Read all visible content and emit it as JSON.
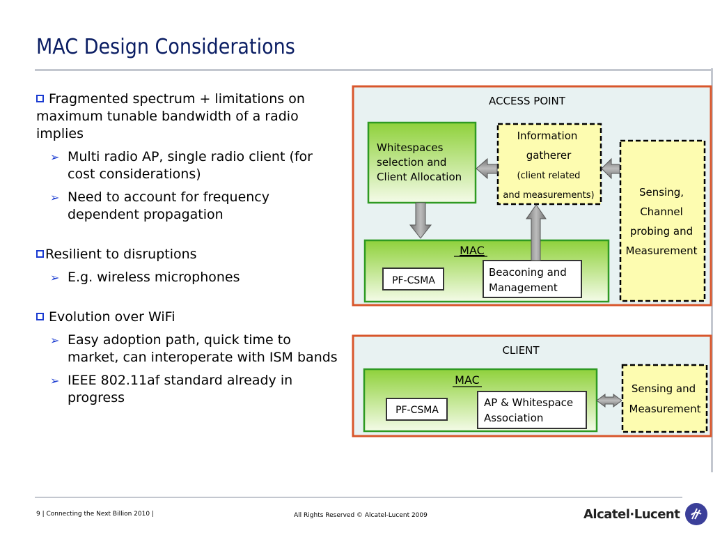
{
  "slide": {
    "title": "MAC Design Considerations"
  },
  "bullets": [
    {
      "level": 1,
      "text": "Fragmented spectrum + limitations on maximum tunable bandwidth of a radio implies"
    },
    {
      "level": 2,
      "text": " Multi radio AP, single radio client (for cost considerations)"
    },
    {
      "level": 2,
      "text": "Need to account for frequency dependent propagation"
    },
    {
      "level": 1,
      "text": "Resilient to disruptions"
    },
    {
      "level": 2,
      "text": "E.g. wireless microphones"
    },
    {
      "level": 1,
      "text": "Evolution over WiFi"
    },
    {
      "level": 2,
      "text": "Easy adoption path, quick time to market, can interoperate with ISM bands"
    },
    {
      "level": 2,
      "text": "IEEE 802.11af standard already in progress"
    }
  ],
  "access_point": {
    "title": "ACCESS POINT",
    "whitespaces": [
      "Whitespaces",
      "selection and",
      "Client Allocation"
    ],
    "info": [
      "Information",
      "gatherer",
      "(client related",
      "and measurements)"
    ],
    "sensing": [
      "Sensing,",
      "Channel",
      "probing and",
      "Measurement"
    ],
    "mac_label": "MAC",
    "pfcsma": "PF-CSMA",
    "beaconing": [
      "Beaconing and",
      "Management"
    ]
  },
  "client": {
    "title": "CLIENT",
    "mac_label": "MAC",
    "pfcsma": "PF-CSMA",
    "association": [
      "AP & Whitespace",
      "Association"
    ],
    "sensing": [
      "Sensing and",
      "Measurement"
    ]
  },
  "footer": {
    "left": "9 | Connecting the Next Billion 2010 |",
    "center": "All Rights Reserved © Alcatel-Lucent 2009",
    "logo": "Alcatel·Lucent"
  },
  "colors": {
    "title": "#0a1d63",
    "bullet": "#1a3bd1",
    "frame": "#d8562b",
    "panel_bg": "#e8f2f2",
    "green_border": "#2e9a22",
    "yellow_fill": "#fdfcb0"
  }
}
